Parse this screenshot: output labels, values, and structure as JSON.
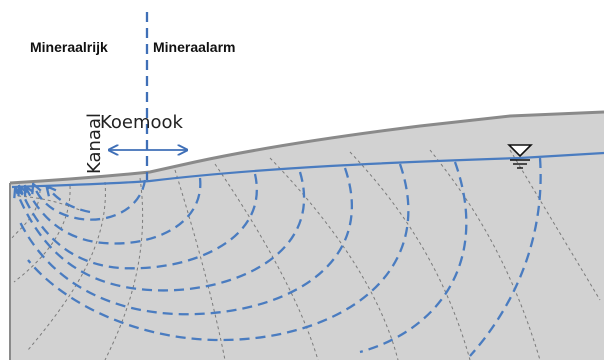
{
  "labels": {
    "mineral_rich": "Mineraalrijk",
    "mineral_poor": "Mineraalarm",
    "canal": "Kanaal",
    "peat_bog": "Koemook"
  },
  "colors": {
    "soil": "#d2d2d2",
    "surface": "#8a8a8a",
    "water": "#4a7cc0",
    "divide": "#3f6fb7",
    "equipotential": "#7b7b7b",
    "text": "#111111"
  },
  "icons": {
    "water_table": "water-table-triangle-icon",
    "extent_arrow": "double-headed-arrow-icon"
  }
}
